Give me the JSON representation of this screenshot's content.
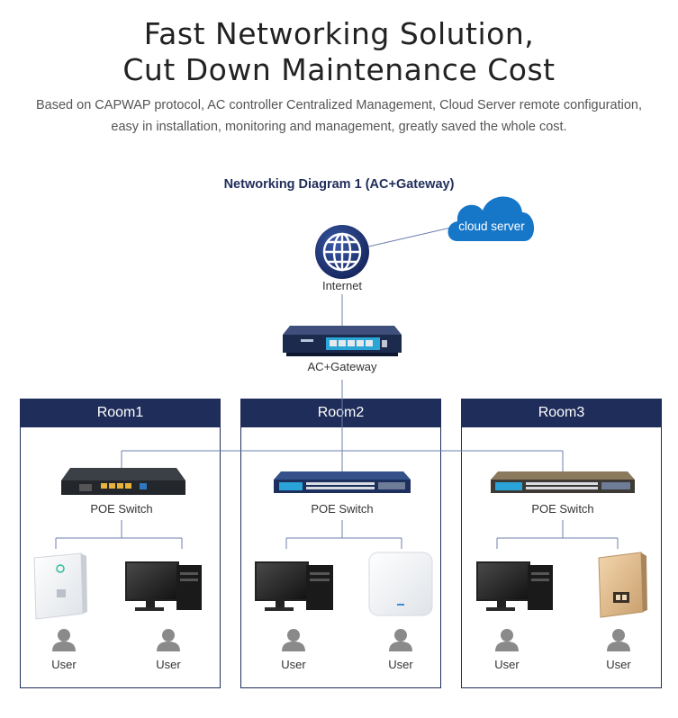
{
  "header": {
    "headline_line1": "Fast Networking Solution,",
    "headline_line2": "Cut Down Maintenance Cost",
    "subtext_line1": "Based on CAPWAP protocol, AC controller Centralized Management, Cloud Server remote configuration,",
    "subtext_line2": "easy in installation, monitoring and management, greatly saved the whole cost."
  },
  "diagram": {
    "title": "Networking Diagram 1 (AC+Gateway)",
    "cloud_label": "cloud server",
    "internet_label": "Internet",
    "gateway_label": "AC+Gateway",
    "colors": {
      "navy": "#1f2d5a",
      "cloud_blue": "#1676c8",
      "line": "#6d7fae"
    },
    "rooms": [
      {
        "name": "Room1",
        "switch_label": "POE Switch",
        "user1": "User",
        "user2": "User"
      },
      {
        "name": "Room2",
        "switch_label": "POE Switch",
        "user1": "User",
        "user2": "User"
      },
      {
        "name": "Room3",
        "switch_label": "POE Switch",
        "user1": "User",
        "user2": "User"
      }
    ]
  }
}
